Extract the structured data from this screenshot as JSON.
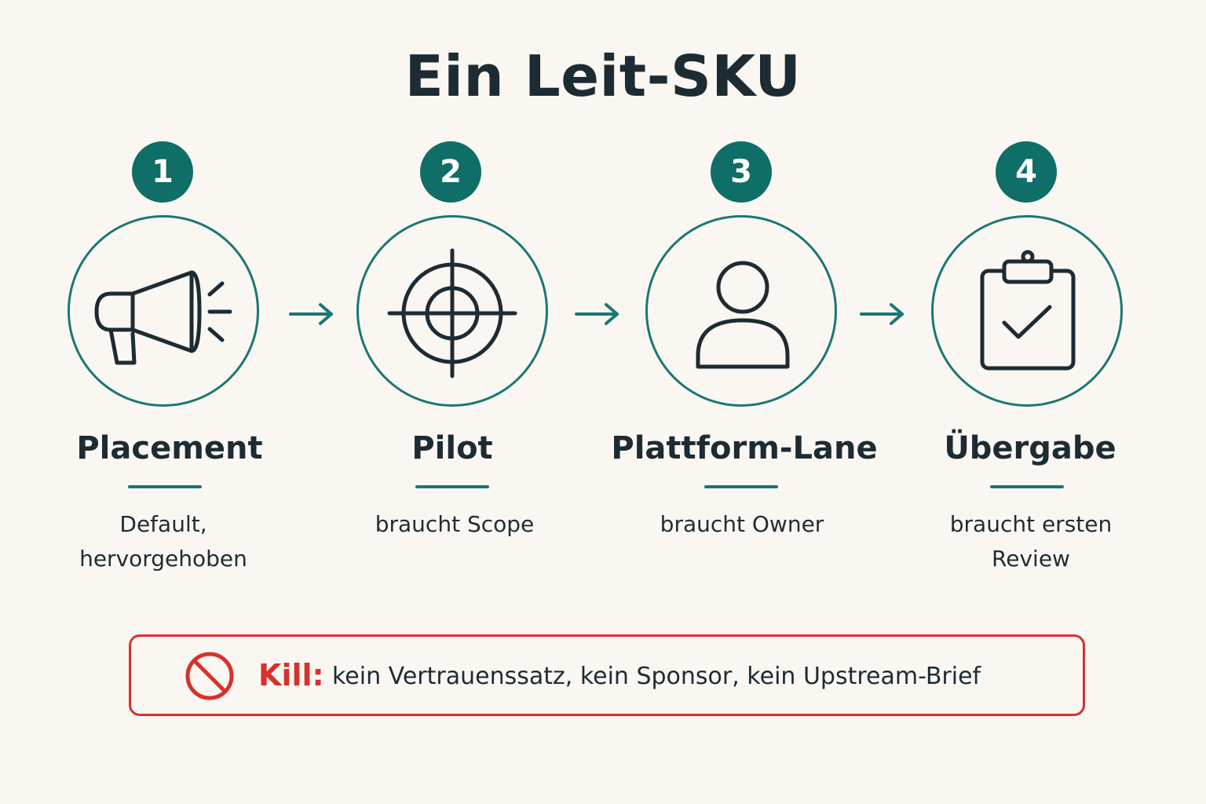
{
  "title": "Ein Leit-SKU",
  "colors": {
    "accent": "#0f6e68",
    "outline": "#1b7773",
    "kill": "#d8312c",
    "text": "#1d2b33",
    "background": "#faf7f2"
  },
  "steps": [
    {
      "number": "1",
      "name": "Placement",
      "description": "Default, hervorgehoben",
      "icon": "megaphone-icon"
    },
    {
      "number": "2",
      "name": "Pilot",
      "description": "braucht Scope",
      "icon": "target-icon"
    },
    {
      "number": "3",
      "name": "Plattform-Lane",
      "description": "braucht Owner",
      "icon": "person-icon"
    },
    {
      "number": "4",
      "name": "Übergabe",
      "description": "braucht ersten Review",
      "icon": "clipboard-check-icon"
    }
  ],
  "kill": {
    "icon": "prohibited-icon",
    "label": "Kill:",
    "text": "kein Vertrauenssatz, kein Sponsor, kein Upstream-Brief"
  }
}
